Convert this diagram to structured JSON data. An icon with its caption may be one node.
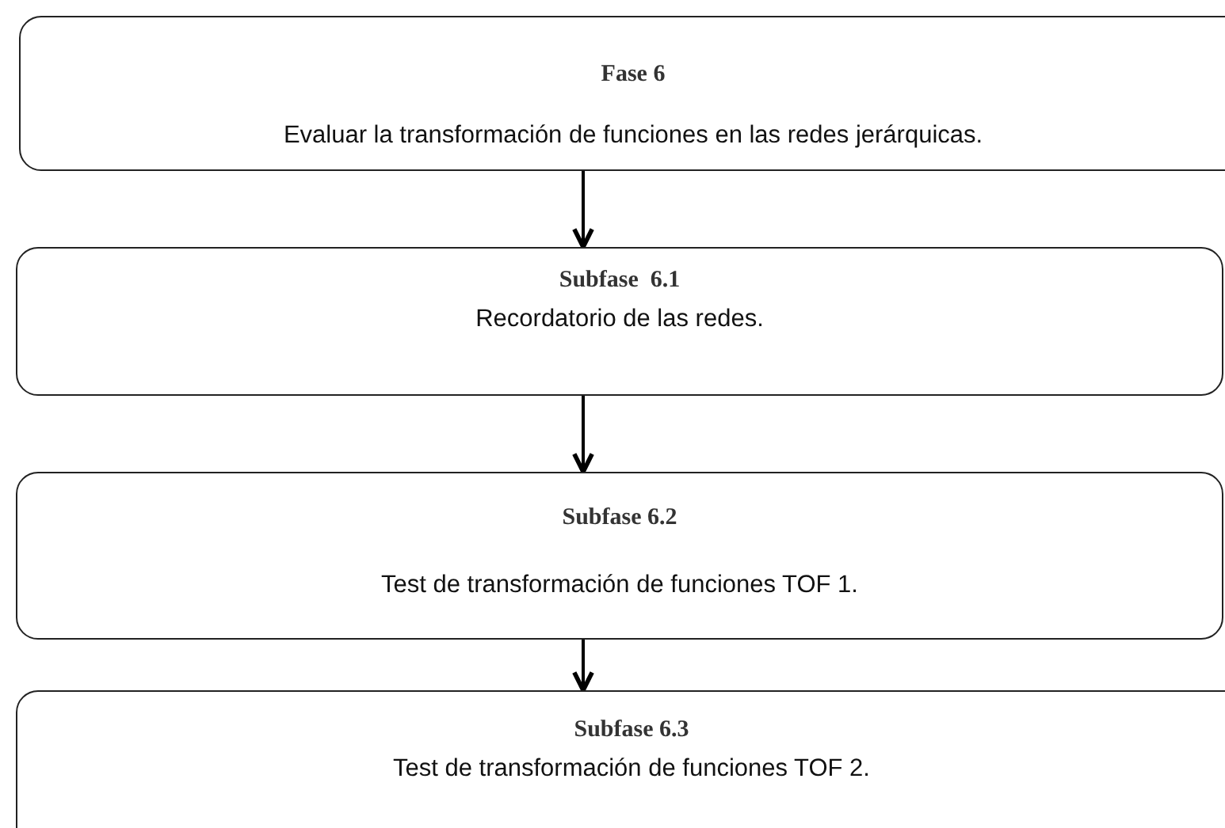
{
  "diagram": {
    "nodes": [
      {
        "text": [
          "Fase 6",
          "Evaluar la transformación de funciones en las redes jerárquicas."
        ]
      },
      {
        "text": [
          "Subfase  6.1",
          "Recordatorio de las redes."
        ]
      },
      {
        "text": [
          "Subfase 6.2",
          "Test de transformación de funciones TOF 1."
        ]
      },
      {
        "text": [
          "Subfase 6.3",
          "Test de transformación de funciones TOF 2."
        ]
      }
    ],
    "edges": [
      {
        "from": 0,
        "to": 1,
        "arrow": "to"
      },
      {
        "from": 1,
        "to": 2,
        "arrow": "to"
      },
      {
        "from": 2,
        "to": 3,
        "arrow": "to"
      }
    ]
  }
}
